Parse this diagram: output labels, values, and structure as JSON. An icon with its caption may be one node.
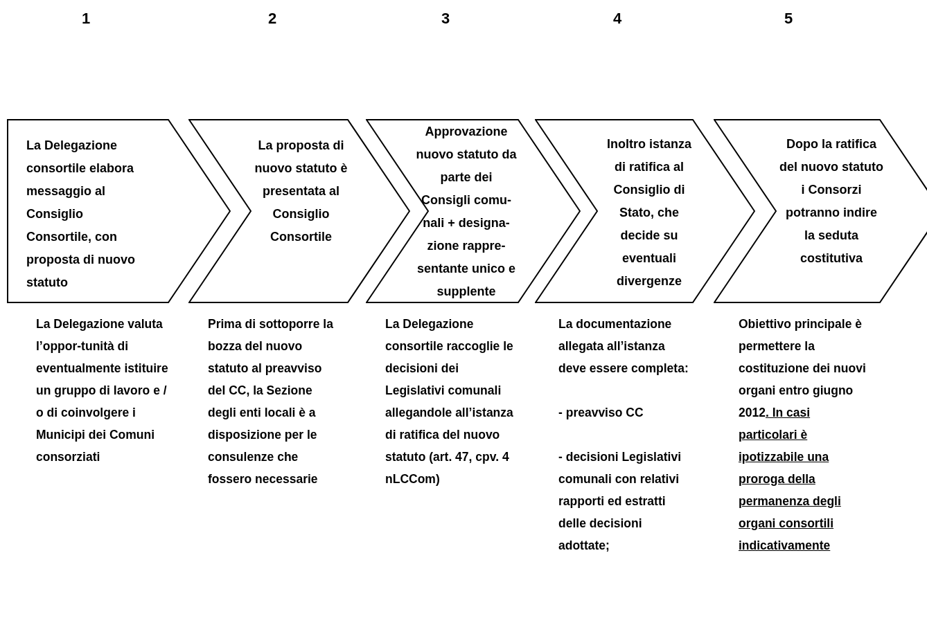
{
  "diagram": {
    "nodes": [
      {
        "text": [
          "La Delegazione consortile elabora messaggio al Consiglio Consortile, con proposta di nuovo statuto"
        ],
        "beside": [
          "La Delegazione valuta l’oppor-tunità di eventualmente istituire un gruppo di lavoro e / o di coinvolgere i Municipi dei Comuni consorziati"
        ]
      },
      {
        "text": [
          "La proposta di nuovo statuto è presentata al Consiglio Consortile"
        ],
        "beside": [
          "Prima di sottoporre la bozza del nuovo statuto al preavviso del CC, la Sezione degli enti locali è a disposizione per le consulenze che fossero necessarie"
        ]
      },
      {
        "text": [
          "Approvazione nuovo statuto da parte dei Consigli comu-nali + designa-zione rappre-sentante unico e supplente"
        ],
        "beside": [
          "La Delegazione consortile raccoglie le decisioni dei Legislativi comunali allegandole all’istanza di ratifica del nuovo statuto (art. 47, cpv. 4 nLCCom)"
        ]
      },
      {
        "text": [
          "Inoltro istanza di ratifica al Consiglio di Stato, che decide su eventuali divergenze"
        ],
        "beside": [
          "La documentazione allegata all’istanza deve essere completa:",
          "- preavviso CC",
          "- decisioni Legislativi comunali con relativi rapporti ed estratti delle decisioni adottate;"
        ]
      },
      {
        "text": [
          "Dopo la ratifica del nuovo statuto i Consorzi potranno indire la seduta costitutiva"
        ],
        "beside": [
          "Obiettivo principale è permettere la costituzione dei nuovi organi entro giugno 2012",
          ". In casi particolari è ipotizzabile una proroga della permanenza degli organi consortili indicativamente"
        ]
      }
    ],
    "labels": [
      "1",
      "2",
      "3",
      "4",
      "5"
    ]
  }
}
